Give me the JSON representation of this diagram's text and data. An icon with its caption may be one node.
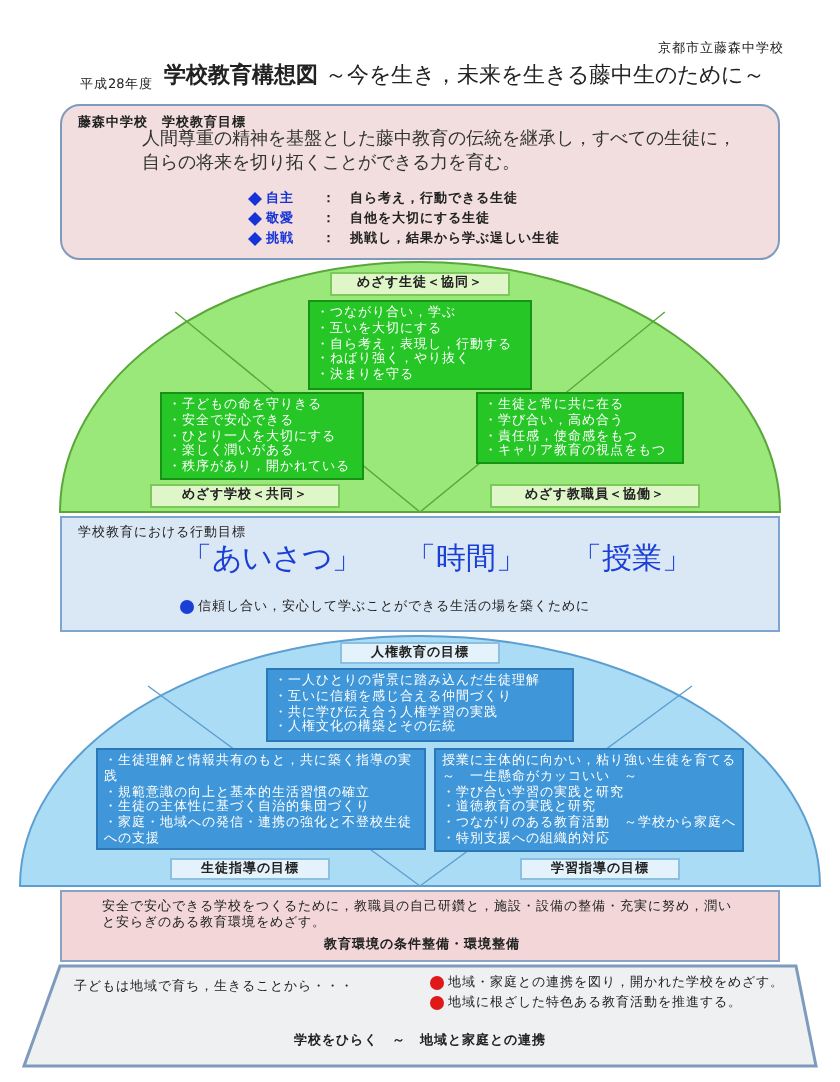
{
  "diagram": {
    "title": "**学校教育構想図** ～今を生き，未来を生きる藤中生のために～",
    "nodes": [
      {
        "text": [
          "藤森中学校　学校教育目標",
          "人間尊重の精神を基盤とした藤中教育の伝統を継承し，すべての生徒に，自らの将来を切り拓くことができる力を育む。",
          "自主",
          "：　自ら考え，行動できる生徒",
          "敬愛",
          "：　自他を大切にする生徒",
          "挑戦",
          "：　挑戦し，結果から学ぶ逞しい生徒"
        ]
      },
      {
        "text": [],
        "shape": "semicircle"
      },
      {
        "text": [
          "めざす生徒＜協同＞"
        ],
        "in": 1
      },
      {
        "text": [
          "・つながり合い，学ぶ",
          "・互いを大切にする",
          "・自ら考え，表現し，行動する",
          "・ねばり強く，やり抜く",
          "・決まりを守る"
        ],
        "in": 1
      },
      {
        "text": [
          "・子どもの命を守りきる",
          "・安全で安心できる",
          "・ひとり一人を大切にする",
          "・楽しく潤いがある",
          "・秩序があり，開かれている"
        ],
        "in": 1
      },
      {
        "text": [
          "・生徒と常に共に在る",
          "・学び合い，高め合う",
          "・責任感，使命感をもつ",
          "・キャリア教育の視点をもつ"
        ],
        "in": 1
      },
      {
        "text": [
          "めざす学校＜共同＞"
        ],
        "in": 1
      },
      {
        "text": [
          "めざす教職員＜協働＞"
        ],
        "in": 1
      },
      {
        "text": [
          "学校教育における行動目標",
          "「あいさつ」",
          "「時間」",
          "「授業」",
          "信頼し合い，安心して学ぶことができる生活の場を築くために"
        ]
      },
      {
        "text": [],
        "shape": "semicircle"
      },
      {
        "text": [
          "人権教育の目標"
        ],
        "in": 9
      },
      {
        "text": [
          "・一人ひとりの背景に踏み込んだ生徒理解",
          "・互いに信頼を感じ合える仲間づくり",
          "・共に学び伝え合う人権学習の実践",
          "・人権文化の構築とその伝統"
        ],
        "in": 9
      },
      {
        "text": [
          "・生徒理解と情報共有のもと，共に築く指導の実践",
          "・規範意識の向上と基本的生活習慣の確立",
          "・生徒の主体性に基づく自治的集団づくり",
          "・家庭・地域への発信・連携の強化と不登校生徒への支援"
        ],
        "in": 9
      },
      {
        "text": [
          "授業に主体的に向かい，粘り強い生徒を育てる",
          "～　一生懸命がカッコいい　～",
          "・学び合い学習の実践と研究",
          "・道徳教育の実践と研究",
          "・つながりのある教育活動　～学校から家庭へ",
          "・特別支援への組織的対応"
        ],
        "in": 9
      },
      {
        "text": [
          "生徒指導の目標"
        ],
        "in": 9
      },
      {
        "text": [
          "学習指導の目標"
        ],
        "in": 9
      },
      {
        "text": [
          "安全で安心できる学校をつくるために，教職員の自己研鑽と，施設・設備の整備・充実に努め，潤いと安らぎのある教育環境をめざす。",
          "教育環境の条件整備・環境整備"
        ]
      },
      {
        "text": [
          "子どもは地域で育ち，生きることから・・・",
          "地域・家庭との連携を図り，開かれた学校をめざす。",
          "地域に根ざした特色ある教育活動を推進する。",
          "学校をひらく　～　地域と家庭との連携"
        ]
      }
    ],
    "labels": [
      "京都市立藤森中学校",
      "平成28年度"
    ]
  }
}
